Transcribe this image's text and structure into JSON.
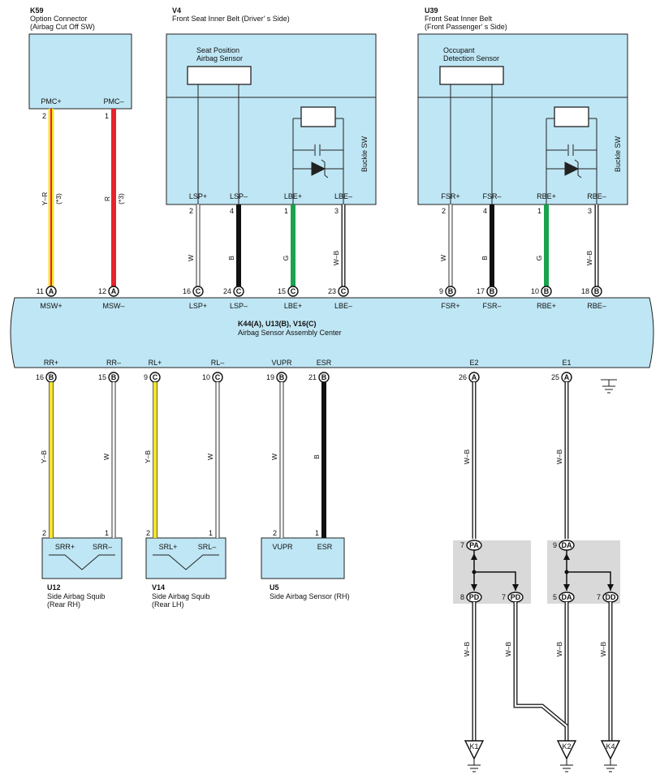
{
  "colors": {
    "box_fill": "#bfe6f4",
    "red": "#e8222a",
    "yellow": "#f4e430",
    "green": "#1aa24e",
    "black": "#111111",
    "white_wire": "#ffffff",
    "gray_area": "#d9d9d9"
  },
  "components": {
    "k59": {
      "code": "K59",
      "line1": "Option Connector",
      "line2": "(Airbag Cut Off SW)"
    },
    "v4": {
      "code": "V4",
      "line1": "Front Seat Inner Belt (Driver' s Side)",
      "sensor1": "Seat Position",
      "sensor2": "Airbag Sensor",
      "buckle": "Buckle SW"
    },
    "u39": {
      "code": "U39",
      "line1": "Front Seat Inner Belt",
      "line2": "(Front Passenger' s Side)",
      "sensor1": "Occupant",
      "sensor2": "Detection Sensor",
      "buckle": "Buckle SW"
    },
    "center": {
      "code": "K44(A), U13(B), V16(C)",
      "name": "Airbag Sensor Assembly Center"
    },
    "u12": {
      "code": "U12",
      "line1": "Side Airbag Squib",
      "line2": "(Rear RH)"
    },
    "v14": {
      "code": "V14",
      "line1": "Side Airbag Squib",
      "line2": "(Rear LH)"
    },
    "u5": {
      "code": "U5",
      "line1": "Side Airbag Sensor (RH)"
    }
  },
  "top_wires": [
    {
      "id": "pmcp",
      "top_pin_label": "PMC+",
      "top_pin": "2",
      "color_code": "Y–R",
      "note": "(*3)",
      "bot_pin": "11",
      "conn": "A",
      "bot_label": "MSW+"
    },
    {
      "id": "pmcm",
      "top_pin_label": "PMC–",
      "top_pin": "1",
      "color_code": "R",
      "note": "(*3)",
      "bot_pin": "12",
      "conn": "A",
      "bot_label": "MSW–"
    },
    {
      "id": "lspp",
      "top_pin_label": "LSP+",
      "top_pin": "2",
      "color_code": "W",
      "bot_pin": "16",
      "conn": "C",
      "bot_label": "LSP+"
    },
    {
      "id": "lspm",
      "top_pin_label": "LSP–",
      "top_pin": "4",
      "color_code": "B",
      "bot_pin": "24",
      "conn": "C",
      "bot_label": "LSP–"
    },
    {
      "id": "lbep",
      "top_pin_label": "LBE+",
      "top_pin": "1",
      "color_code": "G",
      "bot_pin": "15",
      "conn": "C",
      "bot_label": "LBE+"
    },
    {
      "id": "lbem",
      "top_pin_label": "LBE–",
      "top_pin": "3",
      "color_code": "W–B",
      "bot_pin": "23",
      "conn": "C",
      "bot_label": "LBE–"
    },
    {
      "id": "fsrp",
      "top_pin_label": "FSR+",
      "top_pin": "2",
      "color_code": "W",
      "bot_pin": "9",
      "conn": "B",
      "bot_label": "FSR+"
    },
    {
      "id": "fsrm",
      "top_pin_label": "FSR–",
      "top_pin": "4",
      "color_code": "B",
      "bot_pin": "17",
      "conn": "B",
      "bot_label": "FSR–"
    },
    {
      "id": "rbep",
      "top_pin_label": "RBE+",
      "top_pin": "1",
      "color_code": "G",
      "bot_pin": "10",
      "conn": "B",
      "bot_label": "RBE+"
    },
    {
      "id": "rbem",
      "top_pin_label": "RBE–",
      "top_pin": "3",
      "color_code": "W–B",
      "bot_pin": "18",
      "conn": "B",
      "bot_label": "RBE–"
    }
  ],
  "bottom_wires": [
    {
      "id": "rrp",
      "top_label": "RR+",
      "top_pin": "16",
      "conn": "B",
      "color_code": "Y–B",
      "bot_pin": "2",
      "bot_label": "SRR+"
    },
    {
      "id": "rrm",
      "top_label": "RR–",
      "top_pin": "15",
      "conn": "B",
      "color_code": "W",
      "bot_pin": "1",
      "bot_label": "SRR–"
    },
    {
      "id": "rlp",
      "top_label": "RL+",
      "top_pin": "9",
      "conn": "C",
      "color_code": "Y–B",
      "bot_pin": "2",
      "bot_label": "SRL+"
    },
    {
      "id": "rlm",
      "top_label": "RL–",
      "top_pin": "10",
      "conn": "C",
      "color_code": "W",
      "bot_pin": "1",
      "bot_label": "SRL–"
    },
    {
      "id": "vupr",
      "top_label": "VUPR",
      "top_pin": "19",
      "conn": "B",
      "color_code": "W",
      "bot_pin": "2",
      "bot_label": "VUPR"
    },
    {
      "id": "esr",
      "top_label": "ESR",
      "top_pin": "21",
      "conn": "B",
      "color_code": "B",
      "bot_pin": "1",
      "bot_label": "ESR"
    },
    {
      "id": "e2",
      "top_label": "E2",
      "top_pin": "26",
      "conn": "A",
      "color_code": "W–B"
    },
    {
      "id": "e1",
      "top_label": "E1",
      "top_pin": "25",
      "conn": "A",
      "color_code": "W–B"
    }
  ],
  "junctions": {
    "pa": {
      "in_pin": "7",
      "in_conn": "PA",
      "out1_pin": "8",
      "out1_conn": "PD",
      "out2_pin": "7",
      "out2_conn": "PD"
    },
    "da": {
      "in_pin": "9",
      "in_conn": "DA",
      "out1_pin": "5",
      "out1_conn": "DA",
      "out2_pin": "7",
      "out2_conn": "DD"
    }
  },
  "ground_wires": [
    {
      "id": "g1",
      "color_code": "W–B",
      "ground": "K1"
    },
    {
      "id": "g2",
      "color_code": "W–B",
      "ground": "K2"
    },
    {
      "id": "g3",
      "color_code": "W–B"
    },
    {
      "id": "g4",
      "color_code": "W–B",
      "ground": "K4"
    }
  ]
}
